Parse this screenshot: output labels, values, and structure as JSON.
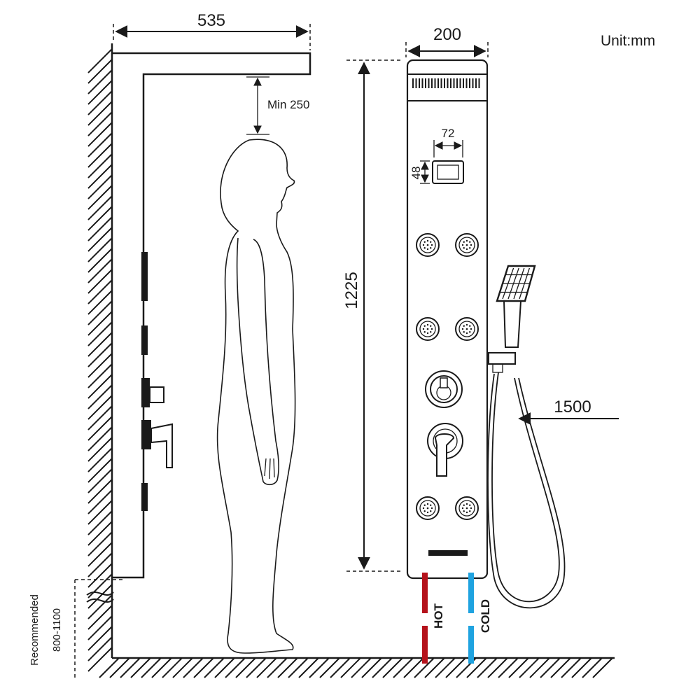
{
  "unit_label": "Unit:mm",
  "dimensions": {
    "arm_length": "535",
    "min_clearance": "Min 250",
    "panel_width": "200",
    "panel_height": "1225",
    "display_width": "72",
    "display_height": "48",
    "hose_length": "1500"
  },
  "recommended": {
    "label": "Recommended",
    "range": "800-1100"
  },
  "pipes": {
    "hot_label": "HOT",
    "cold_label": "COLD",
    "hot_color": "#b5121b",
    "cold_color": "#1fa3e0"
  }
}
